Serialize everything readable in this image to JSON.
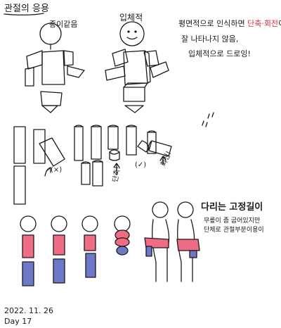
{
  "page": {
    "title": "관절의 응용",
    "date": "2022. 11. 26",
    "day": "Day 17"
  },
  "figures": {
    "left_label": "종이같음",
    "right_label": "입체적"
  },
  "note": {
    "line1_pre": "평면적으로 인식하면 ",
    "line1_highlight": "단축·회전",
    "line1_post": "이",
    "line2": "잘 나타나지 않음,",
    "line3": "입체적으로 드로잉!"
  },
  "cylinders": {
    "wrong_mark": "(×)",
    "right_mark": "(✓)",
    "shortening": "단축!",
    "rotation": "회전!"
  },
  "legs_note": {
    "line1": "다리는 고정길이",
    "line2": "무릎이 좀 굽어있지만",
    "line3": "단체로 관절부분이용이"
  },
  "colors": {
    "ink": "#1a1a1a",
    "accent_red": "#e0304a",
    "pink_fill": "#f06c84",
    "blue_fill": "#6e78c8"
  }
}
